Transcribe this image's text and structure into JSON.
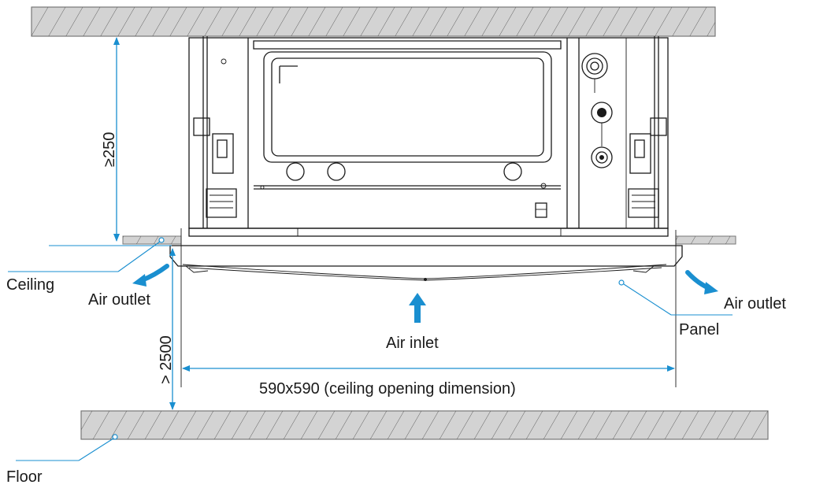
{
  "labels": {
    "min_clearance": "≥250",
    "floor_height": "> 2500",
    "ceiling": "Ceiling",
    "air_outlet_left": "Air outlet",
    "air_outlet_right": "Air outlet",
    "air_inlet": "Air inlet",
    "panel": "Panel",
    "opening_dimension": "590x590 (ceiling opening dimension)",
    "floor": "Floor"
  },
  "colors": {
    "accent": "#1a8fd0",
    "hatch_fill": "#cfcfcf",
    "line": "#1a1a1a"
  }
}
